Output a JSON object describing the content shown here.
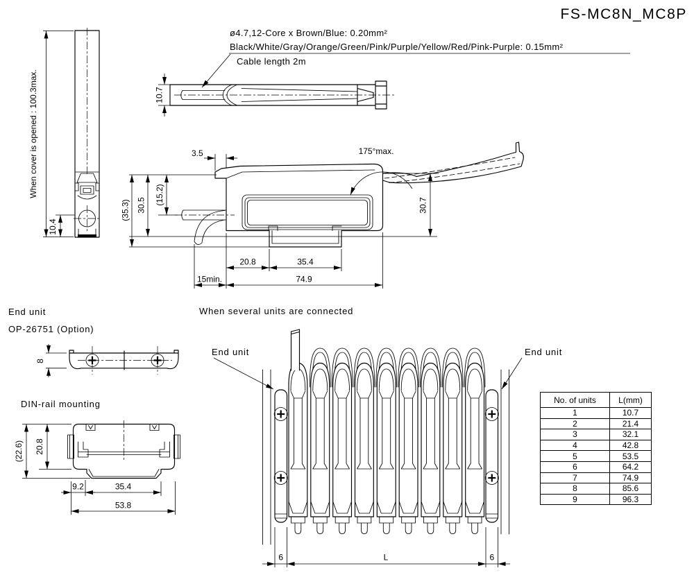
{
  "title": "FS-MC8N_MC8P",
  "cable_note": {
    "line1": "ø4.7,12-Core x Brown/Blue: 0.20mm²",
    "line2": "Black/White/Gray/Orange/Green/Pink/Purple/Yellow/Red/Pink-Purple: 0.15mm²",
    "line3": "Cable length 2m"
  },
  "open_cover_view": {
    "label": "When cover is opened : 100.3max.",
    "dim_10_4": "10.4"
  },
  "top_view": {
    "dim_10_7": "10.7"
  },
  "side_view": {
    "dim_3_5": "3.5",
    "dim_angle": "175°max.",
    "dim_35_3": "(35.3)",
    "dim_30_5": "30.5",
    "dim_15_2": "(15.2)",
    "dim_30_7": "30.7",
    "dim_20_8": "20.8",
    "dim_35_4": "35.4",
    "dim_15min": "15min.",
    "dim_74_9": "74.9"
  },
  "end_unit_view": {
    "title": "End unit",
    "subtitle": "OP-26751 (Option)",
    "dim_8": "8"
  },
  "din_rail_view": {
    "title": "DIN-rail mounting",
    "dim_22_6": "(22.6)",
    "dim_20_8": "20.8",
    "dim_9_2": "9.2",
    "dim_35_4": "35.4",
    "dim_53_8": "53.8"
  },
  "connected_view": {
    "title": "When several units are connected",
    "end_unit_left": "End unit",
    "end_unit_right": "End unit",
    "dim_6_left": "6",
    "dim_L": "L",
    "dim_6_right": "6"
  },
  "units_table": {
    "headers": [
      "No. of units",
      "L(mm)"
    ],
    "rows": [
      [
        "1",
        "10.7"
      ],
      [
        "2",
        "21.4"
      ],
      [
        "3",
        "32.1"
      ],
      [
        "4",
        "42.8"
      ],
      [
        "5",
        "53.5"
      ],
      [
        "6",
        "64.2"
      ],
      [
        "7",
        "74.9"
      ],
      [
        "8",
        "85.6"
      ],
      [
        "9",
        "96.3"
      ]
    ]
  },
  "colors": {
    "line": "#000000",
    "background": "#ffffff"
  }
}
